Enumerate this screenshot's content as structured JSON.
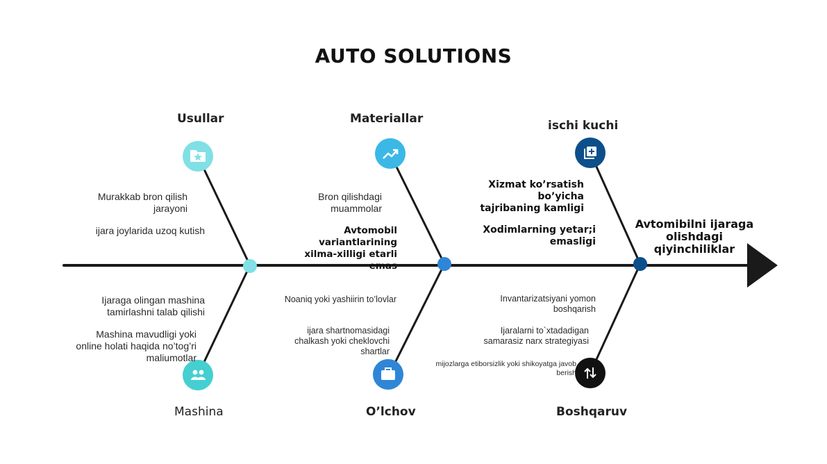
{
  "title": "AUTO SOLUTIONS",
  "problem": "Avtomibilni ijaraga olishdagi qiyinchiliklar",
  "categories": {
    "usullar": "Usullar",
    "materiallar": "Materiallar",
    "ishchi_kuchi": "ischi kuchi",
    "mashina": "Mashina",
    "olchov": "O’lchov",
    "boshqaruv": "Boshqaruv"
  },
  "causes": {
    "usullar": [
      "Murakkab bron qilish jarayoni",
      "ijara joylarida uzoq kutish"
    ],
    "materiallar": [
      "Bron qilishdagi muammolar",
      "Avtomobil variantlarining xilma-xilligi etarli emas"
    ],
    "ishchi_kuchi": [
      "Xizmat ko’rsatish bo’yicha tajribaning kamligi",
      "Xodimlarning yetar;i emasligi"
    ],
    "mashina": [
      "Ijaraga olingan mashina tamirlashni talab qilishi",
      "Mashina mavudligi yoki online holati haqida no’tog’ri maliumotlar"
    ],
    "olchov": [
      "Noaniq yoki yashiirin to’lovlar",
      "ijara shartnomasidagi chalkash yoki cheklovchi shartlar"
    ],
    "boshqaruv": [
      "Invantarizatsiyani yomon boshqarish",
      "Ijaralarni to`xtadadigan samarasiz narx strategiyasi",
      "mijozlarga etiborsizlik yoki shikoyatga javob berish"
    ]
  },
  "icons": {
    "usullar": "folder-star-icon",
    "materiallar": "trending-up-icon",
    "ishchi_kuchi": "add-box-icon",
    "mashina": "people-icon",
    "olchov": "briefcase-icon",
    "boshqaruv": "swap-vertical-icon"
  },
  "colors": {
    "usullar": "#80e0e6",
    "materiallar": "#3bb8e6",
    "ishchi_kuchi": "#0d4f8a",
    "mashina": "#45cfd0",
    "olchov": "#2f86d6",
    "boshqaruv": "#111111",
    "spine": "#1a1a1a"
  }
}
